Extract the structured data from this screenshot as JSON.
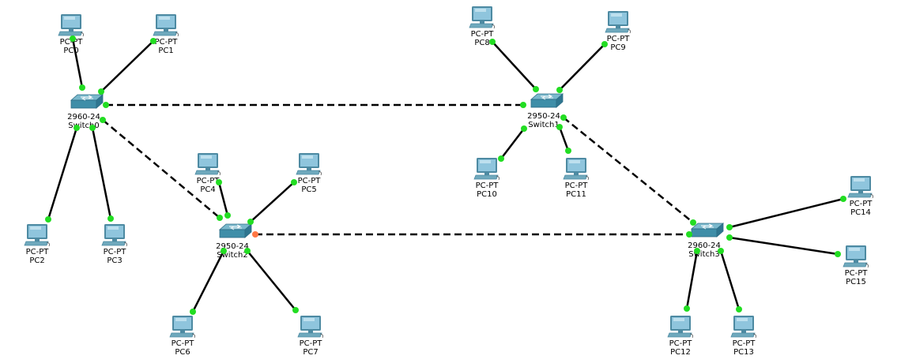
{
  "topology": {
    "colors": {
      "link": "#000000",
      "port_up": "#22dd22",
      "port_amber": "#ff7744",
      "switch_body": "#3f8ea8",
      "switch_top": "#7ab8cc",
      "pc_screen": "#8fc5dd",
      "pc_frame": "#4d8aa2"
    },
    "switches": [
      {
        "id": "sw0",
        "model": "2960-24",
        "name": "Switch0",
        "icon": "network-switch-icon"
      },
      {
        "id": "sw1",
        "model": "2950-24",
        "name": "Switch1",
        "icon": "network-switch-icon"
      },
      {
        "id": "sw2",
        "model": "2950-24",
        "name": "Switch2",
        "icon": "network-switch-icon"
      },
      {
        "id": "sw3",
        "model": "2960-24",
        "name": "Switch3",
        "icon": "network-switch-icon"
      }
    ],
    "pcs": [
      {
        "id": "pc0",
        "type": "PC-PT",
        "name": "PC0",
        "icon": "pc-icon"
      },
      {
        "id": "pc1",
        "type": "PC-PT",
        "name": "PC1",
        "icon": "pc-icon"
      },
      {
        "id": "pc2",
        "type": "PC-PT",
        "name": "PC2",
        "icon": "pc-icon"
      },
      {
        "id": "pc3",
        "type": "PC-PT",
        "name": "PC3",
        "icon": "pc-icon"
      },
      {
        "id": "pc4",
        "type": "PC-PT",
        "name": "PC4",
        "icon": "pc-icon"
      },
      {
        "id": "pc5",
        "type": "PC-PT",
        "name": "PC5",
        "icon": "pc-icon"
      },
      {
        "id": "pc6",
        "type": "PC-PT",
        "name": "PC6",
        "icon": "pc-icon"
      },
      {
        "id": "pc7",
        "type": "PC-PT",
        "name": "PC7",
        "icon": "pc-icon"
      },
      {
        "id": "pc8",
        "type": "PC-PT",
        "name": "PC8",
        "icon": "pc-icon"
      },
      {
        "id": "pc9",
        "type": "PC-PT",
        "name": "PC9",
        "icon": "pc-icon"
      },
      {
        "id": "pc10",
        "type": "PC-PT",
        "name": "PC10",
        "icon": "pc-icon"
      },
      {
        "id": "pc11",
        "type": "PC-PT",
        "name": "PC11",
        "icon": "pc-icon"
      },
      {
        "id": "pc12",
        "type": "PC-PT",
        "name": "PC12",
        "icon": "pc-icon"
      },
      {
        "id": "pc13",
        "type": "PC-PT",
        "name": "PC13",
        "icon": "pc-icon"
      },
      {
        "id": "pc14",
        "type": "PC-PT",
        "name": "PC14",
        "icon": "pc-icon"
      },
      {
        "id": "pc15",
        "type": "PC-PT",
        "name": "PC15",
        "icon": "pc-icon"
      }
    ],
    "links": [
      {
        "from": "sw0",
        "to": "pc0",
        "style": "straight-through"
      },
      {
        "from": "sw0",
        "to": "pc1",
        "style": "straight-through"
      },
      {
        "from": "sw0",
        "to": "pc2",
        "style": "straight-through"
      },
      {
        "from": "sw0",
        "to": "pc3",
        "style": "straight-through"
      },
      {
        "from": "sw2",
        "to": "pc4",
        "style": "straight-through"
      },
      {
        "from": "sw2",
        "to": "pc5",
        "style": "straight-through"
      },
      {
        "from": "sw2",
        "to": "pc6",
        "style": "straight-through"
      },
      {
        "from": "sw2",
        "to": "pc7",
        "style": "straight-through"
      },
      {
        "from": "sw1",
        "to": "pc8",
        "style": "straight-through"
      },
      {
        "from": "sw1",
        "to": "pc9",
        "style": "straight-through"
      },
      {
        "from": "sw1",
        "to": "pc10",
        "style": "straight-through"
      },
      {
        "from": "sw1",
        "to": "pc11",
        "style": "straight-through"
      },
      {
        "from": "sw3",
        "to": "pc12",
        "style": "straight-through"
      },
      {
        "from": "sw3",
        "to": "pc13",
        "style": "straight-through"
      },
      {
        "from": "sw3",
        "to": "pc14",
        "style": "straight-through"
      },
      {
        "from": "sw3",
        "to": "pc15",
        "style": "straight-through"
      },
      {
        "from": "sw0",
        "to": "sw1",
        "style": "crossover"
      },
      {
        "from": "sw0",
        "to": "sw2",
        "style": "crossover"
      },
      {
        "from": "sw1",
        "to": "sw3",
        "style": "crossover"
      },
      {
        "from": "sw2",
        "to": "sw3",
        "style": "crossover",
        "from_port_state": "amber"
      }
    ]
  }
}
